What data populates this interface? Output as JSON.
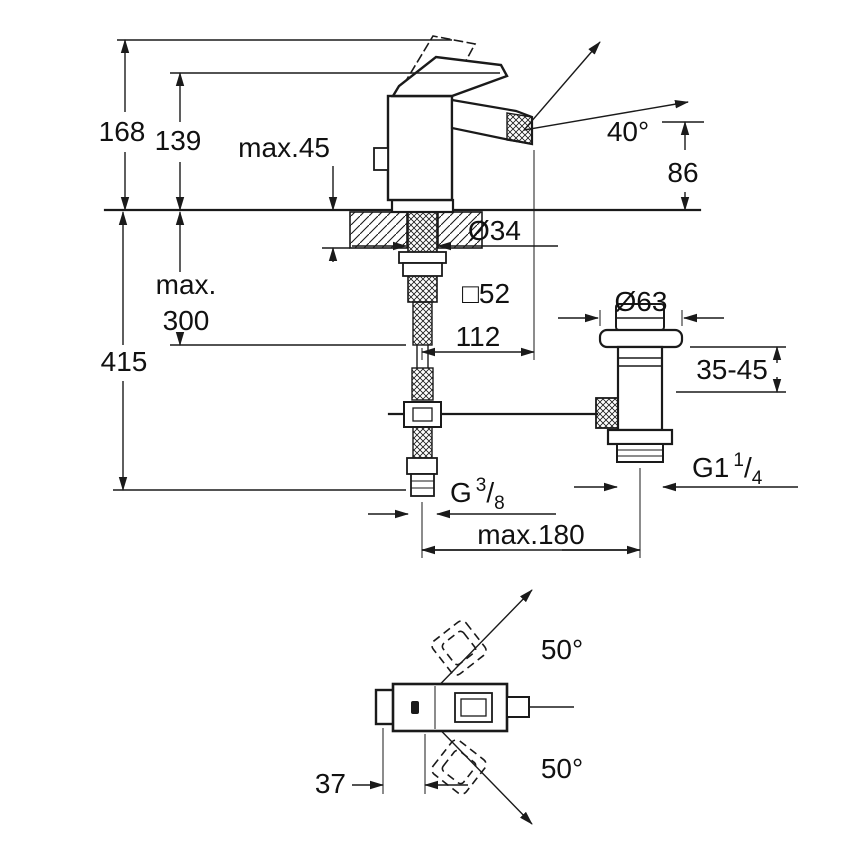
{
  "drawing": {
    "labels": {
      "height_overall": "168",
      "height_to_lever": "139",
      "deck_thickness": "max.45",
      "spray_angle": "40°",
      "spout_height": "86",
      "shank_diameter": "Ø34",
      "base_square": "□52",
      "spout_projection": "112",
      "waste_flange_diameter": "Ø63",
      "waste_clamp_range": "35-45",
      "hose_length_word": "max.",
      "hose_length_value": "300",
      "overall_below": "415",
      "supply_thread_g": "G",
      "supply_thread_num": "3",
      "supply_thread_slash": "/",
      "supply_thread_den": "8",
      "waste_thread_g": "G1",
      "waste_thread_num": "1",
      "waste_thread_slash": "/",
      "waste_thread_den": "4",
      "centers_distance": "max.180",
      "lever_swing_up": "50°",
      "lever_swing_down": "50°",
      "lever_offset": "37"
    },
    "colors": {
      "line": "#1a1a1a",
      "background": "#ffffff"
    }
  }
}
